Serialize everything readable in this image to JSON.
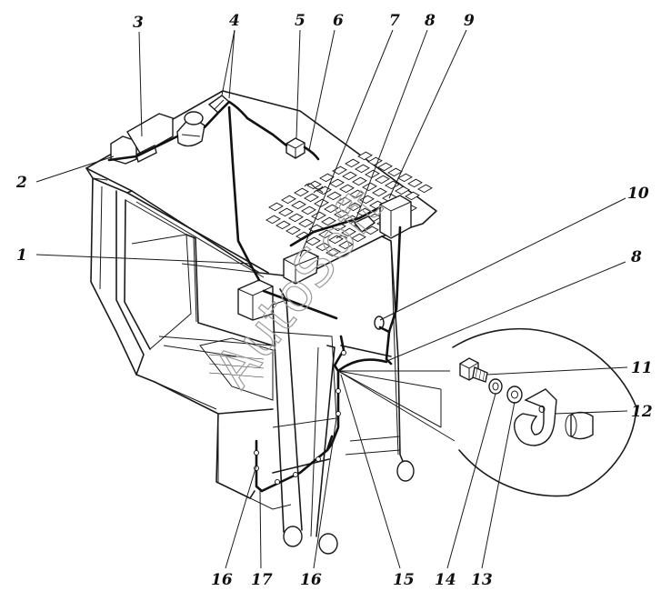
{
  "watermark": "AutoSoft",
  "callouts": [
    {
      "id": "3",
      "text": "3"
    },
    {
      "id": "4",
      "text": "4"
    },
    {
      "id": "5",
      "text": "5"
    },
    {
      "id": "6",
      "text": "6"
    },
    {
      "id": "7",
      "text": "7"
    },
    {
      "id": "8a",
      "text": "8"
    },
    {
      "id": "9",
      "text": "9"
    },
    {
      "id": "2",
      "text": "2"
    },
    {
      "id": "10",
      "text": "10"
    },
    {
      "id": "1",
      "text": "1"
    },
    {
      "id": "8b",
      "text": "8"
    },
    {
      "id": "11",
      "text": "11"
    },
    {
      "id": "12",
      "text": "12"
    },
    {
      "id": "16a",
      "text": "16"
    },
    {
      "id": "17",
      "text": "17"
    },
    {
      "id": "16b",
      "text": "16"
    },
    {
      "id": "15",
      "text": "15"
    },
    {
      "id": "14",
      "text": "14"
    },
    {
      "id": "13",
      "text": "13"
    }
  ]
}
